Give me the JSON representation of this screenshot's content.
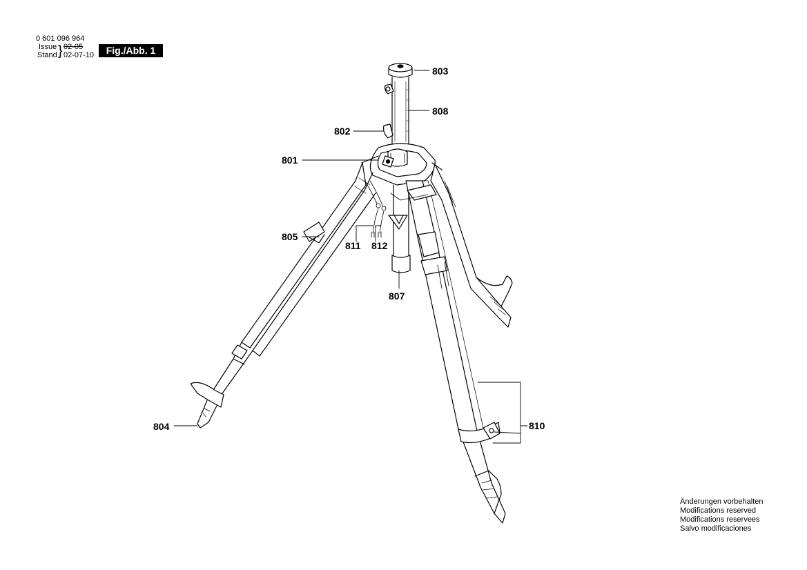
{
  "header": {
    "doc_number": "0 601 096 964",
    "issue_label": "Issue",
    "stand_label": "Stand",
    "old_date": "02-05",
    "new_date": "02-07-10",
    "figure_label": "Fig./Abb. 1"
  },
  "callouts": [
    {
      "id": "803",
      "text": "803"
    },
    {
      "id": "808",
      "text": "808"
    },
    {
      "id": "802",
      "text": "802"
    },
    {
      "id": "801",
      "text": "801"
    },
    {
      "id": "805",
      "text": "805"
    },
    {
      "id": "811",
      "text": "811"
    },
    {
      "id": "812",
      "text": "812"
    },
    {
      "id": "807",
      "text": "807"
    },
    {
      "id": "804",
      "text": "804"
    },
    {
      "id": "810",
      "text": "810"
    }
  ],
  "notes": [
    "Änderungen vorbehalten",
    "Modifications reserved",
    "Modifications reservees",
    "Salvo modificaciones"
  ]
}
